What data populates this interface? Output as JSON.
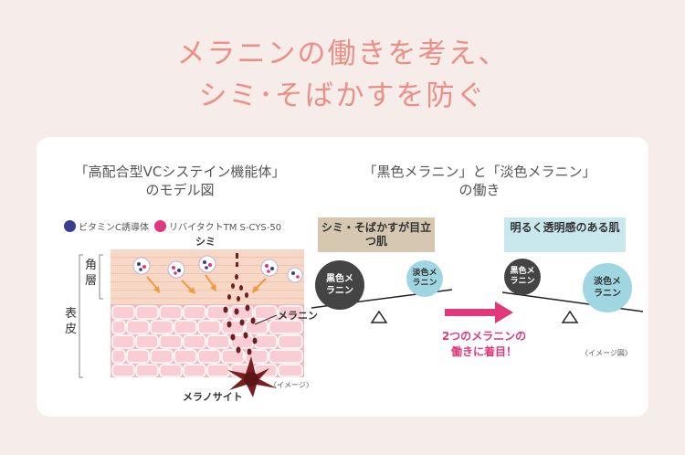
{
  "heading": {
    "line1": "メラニンの働きを考え、",
    "line2": "シミ･そばかすを防ぐ"
  },
  "left_panel": {
    "title_line1": "「高配合型VCシステイン機能体」",
    "title_line2": "のモデル図",
    "legend": {
      "item1": "ビタミンC誘導体",
      "item2": "リバイタクトTM S-CYS-50",
      "item1_color": "#3a3d8f",
      "item2_color": "#e0387a"
    },
    "labels": {
      "shimi": "シミ",
      "kakusou": "角層",
      "hyouhi": "表皮",
      "melanin": "メラニン",
      "melanocyte": "メラノサイト",
      "image_note": "〈イメージ〉"
    }
  },
  "right_panel": {
    "title_line1": "「黒色メラニン」と「淡色メラニン」",
    "title_line2": "の働き",
    "left_scale": {
      "label": "シミ・そばかすが目立つ肌",
      "dark_ball": "黒色メラニン",
      "light_ball": "淡色メラニン"
    },
    "right_scale": {
      "label": "明るく透明感のある肌",
      "dark_ball": "黒色メラニン",
      "light_ball": "淡色メラニン"
    },
    "arrow_text_line1": "2つのメラニンの",
    "arrow_text_line2": "働きに着目！",
    "image_note": "〈イメージ図〉",
    "accent_color": "#e0387a"
  }
}
